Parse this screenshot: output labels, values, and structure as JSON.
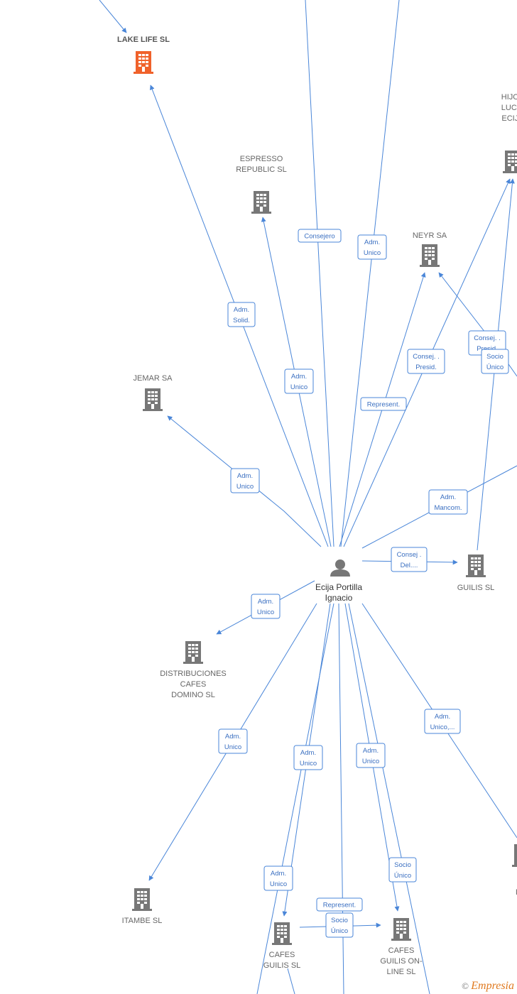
{
  "center": {
    "name_lines": [
      "Ecija Portilla",
      "Ignacio"
    ]
  },
  "companies": [
    {
      "id": "lake",
      "lines": [
        "LAKE LIFE  SL"
      ],
      "highlight": true
    },
    {
      "id": "espresso",
      "lines": [
        "ESPRESSO",
        "REPUBLIC  SL"
      ]
    },
    {
      "id": "hijos",
      "lines": [
        "HIJOS",
        "LUCIA",
        "ECIJA"
      ]
    },
    {
      "id": "neyr",
      "lines": [
        "NEYR SA"
      ]
    },
    {
      "id": "jemar",
      "lines": [
        "JEMAR SA"
      ]
    },
    {
      "id": "guilis",
      "lines": [
        "GUILIS SL"
      ]
    },
    {
      "id": "distrib",
      "lines": [
        "DISTRIBUCIONES",
        "CAFES",
        "DOMINO SL"
      ]
    },
    {
      "id": "itambe",
      "lines": [
        "ITAMBE SL"
      ]
    },
    {
      "id": "cafesguilis",
      "lines": [
        "CAFES",
        "GUILIS SL"
      ]
    },
    {
      "id": "cafesonline",
      "lines": [
        "CAFES",
        "GUILIS ON-",
        "LINE  SL"
      ]
    },
    {
      "id": "inv",
      "lines": [
        "N",
        "INV"
      ]
    }
  ],
  "tags": [
    {
      "id": "t1",
      "lines": [
        "Consejero"
      ]
    },
    {
      "id": "t2",
      "lines": [
        "Adm.",
        "Unico"
      ]
    },
    {
      "id": "t3",
      "lines": [
        "Adm.",
        "Solid."
      ]
    },
    {
      "id": "t4",
      "lines": [
        "Adm.",
        "Unico"
      ]
    },
    {
      "id": "t5",
      "lines": [
        "Adm.",
        "Unico"
      ]
    },
    {
      "id": "t6",
      "lines": [
        "Represent."
      ]
    },
    {
      "id": "t7",
      "lines": [
        "Consej. .",
        "Presid."
      ]
    },
    {
      "id": "t8",
      "lines": [
        "Consej. .",
        "Presid."
      ]
    },
    {
      "id": "t9",
      "lines": [
        "Socio",
        "Único"
      ]
    },
    {
      "id": "t10",
      "lines": [
        "Adm.",
        "Mancom."
      ]
    },
    {
      "id": "t11",
      "lines": [
        "Consej .",
        "Del...."
      ]
    },
    {
      "id": "t12",
      "lines": [
        "Adm.",
        "Unico"
      ]
    },
    {
      "id": "t13",
      "lines": [
        "Adm.",
        "Unico"
      ]
    },
    {
      "id": "t14",
      "lines": [
        "Adm.",
        "Unico"
      ]
    },
    {
      "id": "t15",
      "lines": [
        "Adm.",
        "Unico"
      ]
    },
    {
      "id": "t16",
      "lines": [
        "Adm.",
        "Unico,..."
      ]
    },
    {
      "id": "t17",
      "lines": [
        "Adm.",
        "Unico"
      ]
    },
    {
      "id": "t18",
      "lines": [
        "Represent."
      ]
    },
    {
      "id": "t19",
      "lines": [
        "Socio",
        "Único"
      ]
    },
    {
      "id": "t20",
      "lines": [
        "Socio",
        "Único"
      ]
    }
  ],
  "colors": {
    "edge": "#4a86d8",
    "building": "#777777",
    "highlight": "#f0622b"
  },
  "watermark": {
    "copyright": "©",
    "brand": "Empresia"
  }
}
